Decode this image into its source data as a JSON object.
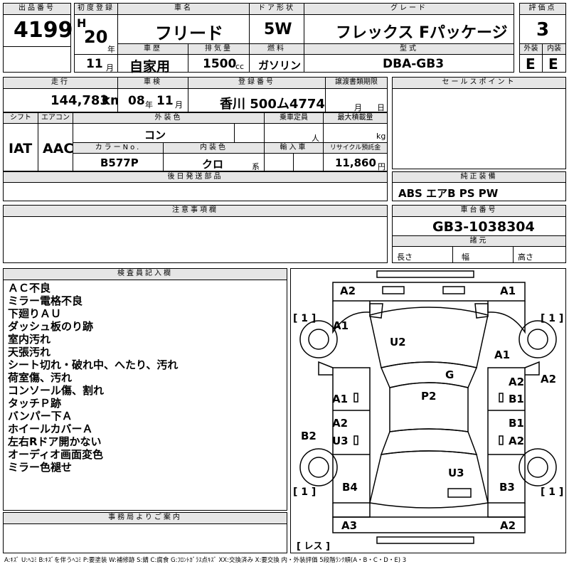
{
  "header": {
    "lot_label": "出品番号",
    "lot_number": "4199",
    "first_reg_label": "初度登録",
    "era": "H",
    "first_reg_year": "20",
    "year_unit": "年",
    "first_reg_month": "11",
    "month_unit": "月",
    "car_name_label": "車名",
    "car_name": "フリード",
    "door_label": "ドア形状",
    "door": "5W",
    "grade_label": "グレード",
    "grade": "フレックス Fパッケージ",
    "score_label": "評価点",
    "score": "3",
    "history_label": "車歴",
    "history": "自家用",
    "displacement_label": "排気量",
    "displacement": "1500",
    "displacement_unit": "cc",
    "fuel_label": "燃料",
    "fuel": "ガソリン",
    "model_label": "型式",
    "model": "DBA-GB3",
    "exterior_label": "外装",
    "exterior": "E",
    "interior_label": "内装",
    "interior": "E"
  },
  "row2": {
    "mileage_label": "走行",
    "mileage": "144,783",
    "mileage_unit": "km",
    "inspection_label": "車検",
    "inspection_year": "08",
    "year_unit": "年",
    "inspection_month": "11",
    "month_unit": "月",
    "reg_no_label": "登録番号",
    "reg_no": "香川 500ム4774",
    "transfer_label": "譲渡書類期限",
    "transfer_month": "月",
    "transfer_day": "日",
    "sales_points_label": "セールスポイント"
  },
  "row3": {
    "shift_label": "シフト",
    "shift": "IAT",
    "aircon_label": "エアコン",
    "aircon": "AAC",
    "ext_color_label": "外装色",
    "ext_color": "コン",
    "capacity_label": "乗車定員",
    "capacity_unit": "人",
    "max_load_label": "最大積載量",
    "max_load_unit": "kg",
    "color_no_label": "カラーNo.",
    "color_no": "B577P",
    "int_color_label": "内装色",
    "int_color": "クロ",
    "int_color_unit": "系",
    "import_label": "輸入車",
    "recycle_label": "リサイクル預託金",
    "recycle": "11,860",
    "recycle_unit": "円"
  },
  "row4": {
    "later_parts_label": "後日発送部品",
    "equipment_label": "純正装備",
    "equipment": "ABS エアB PS PW"
  },
  "row5": {
    "caution_label": "注意事項欄",
    "chassis_label": "車台番号",
    "chassis": "GB3-1038304",
    "specs_label": "諸元",
    "length_label": "長さ",
    "width_label": "幅",
    "height_label": "高さ"
  },
  "inspector": {
    "label": "検査員記入欄",
    "notes": [
      "ＡＣ不良",
      "ミラー電格不良",
      "下廻りＡＵ",
      "ダッシュ板のり跡",
      "室内汚れ",
      "天張汚れ",
      "シート切れ・破れ中、へたり、汚れ",
      "荷室傷、汚れ",
      "コンソール傷、割れ",
      "タッチＰ跡",
      "バンパー下Ａ",
      "ホイールカバーＡ",
      "左右Rドア開かない",
      "オーディオ画面変色",
      "ミラー色褪せ"
    ]
  },
  "office": {
    "label": "事務局よりご案内"
  },
  "diagram": {
    "damage": [
      {
        "id": "front-bumper-left",
        "text": "A2"
      },
      {
        "id": "front-bumper-right",
        "text": "A1"
      },
      {
        "id": "fender-left-front",
        "text": "A1"
      },
      {
        "id": "hood",
        "text": "U2"
      },
      {
        "id": "fender-right-front",
        "text": "A1"
      },
      {
        "id": "windshield",
        "text": "G"
      },
      {
        "id": "right-mirror",
        "text": "A2"
      },
      {
        "id": "right-front-door",
        "text": "A2"
      },
      {
        "id": "left-front-door",
        "text": "A1"
      },
      {
        "id": "roof",
        "text": "P2"
      },
      {
        "id": "right-front-door-2",
        "text": "B1"
      },
      {
        "id": "left-rear-door-a",
        "text": "A2"
      },
      {
        "id": "left-rear-door-b",
        "text": "U3"
      },
      {
        "id": "left-side-sill",
        "text": "B2"
      },
      {
        "id": "right-rear-door-a",
        "text": "B1"
      },
      {
        "id": "right-rear-door-b",
        "text": "A2"
      },
      {
        "id": "rear-hatch",
        "text": "U3"
      },
      {
        "id": "left-quarter",
        "text": "B4"
      },
      {
        "id": "right-quarter",
        "text": "B3"
      },
      {
        "id": "rear-bumper-left",
        "text": "A3"
      },
      {
        "id": "rear-bumper-right",
        "text": "A2"
      }
    ],
    "wheel_tags": [
      "[ 1 ]",
      "[ 1 ]",
      "[ 1 ]",
      "[ 1 ]"
    ],
    "spare_tag": "[ レス ]"
  },
  "legend": "A:ｷｽﾞ U:ﾍｺﾐ B:ｷｽﾞを伴うﾍｺﾐ P:要塗装 W:補修跡 S:錆 C:腐食 G:ﾌﾛﾝﾄｶﾞﾗｽ点ｷｽﾞ XX:交換済み X:要交換 内・外装評価 5段階ﾗﾝｸ順(A・B・C・D・E) 3"
}
